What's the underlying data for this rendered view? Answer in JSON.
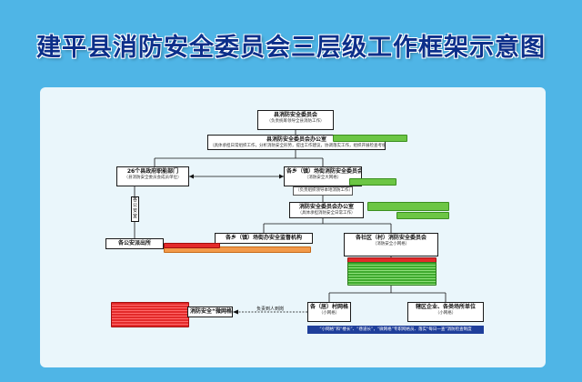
{
  "title": "建平县消防安全委员会三层级工作框架示意图",
  "nodes": {
    "county_committee": {
      "title": "县消防安全委员会",
      "desc": "（负责统筹领导全县消防工作）"
    },
    "county_office": {
      "title": "县消防安全委员会办公室",
      "desc": "（具体承担日常组织工作，分析消防安全形势，提出工作建议，协调落实工作，组织开展检查考核，审定文件）"
    },
    "depts": {
      "title": "26个县政府职能部门",
      "subtitle": "（县消防安全委员会成员单位）"
    },
    "town_committee": {
      "title": "各乡（镇）场街消防安全委员会",
      "subtitle": "（消防安全大网格）",
      "desc": "（负责组织领导本地消防工作）"
    },
    "town_office": {
      "title": "消防安全委员会办公室",
      "desc": "（具体承担消防安全日常工作）"
    },
    "town_agency": {
      "title": "各乡（镇）场街办安全监督机构"
    },
    "village_committee": {
      "title": "各社区（村）消防安全委员会",
      "subtitle": "（消防安全小网格）"
    },
    "police_station": {
      "title": "各公安派出所"
    },
    "grid_village": {
      "title": "各（居）村网格",
      "subtitle": "（小网格）"
    },
    "grid_enterprise": {
      "title": "辖区企业、各类场所单位",
      "subtitle": "（小网格）"
    },
    "grid_individual": {
      "title": "消防安全“微网格”"
    }
  },
  "labels": {
    "vertical_note": "各公安室",
    "arrow_note": "负责到人到岗",
    "bottom_banner": "“小网格”和“楼长”、“巷道长”，“微网格”专职网格员、落实“每日一查”消防检查制度"
  },
  "colors": {
    "background": "#4fb5e6",
    "panel": "#eaf6fb",
    "title": "#0c2f8a",
    "green": "#6cc644",
    "red": "#e32a2a",
    "orange": "#f29a4a",
    "banner": "#1f3f9b"
  }
}
